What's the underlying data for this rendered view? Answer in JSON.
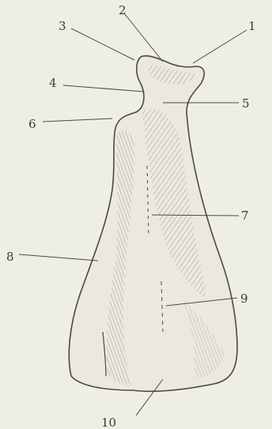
{
  "figure": {
    "labels": [
      "1",
      "2",
      "3",
      "4",
      "5",
      "6",
      "7",
      "8",
      "9",
      "10"
    ]
  },
  "colors": {
    "paper": "#efeee6",
    "ink": "#3a3835",
    "hatch": "#77746d"
  }
}
